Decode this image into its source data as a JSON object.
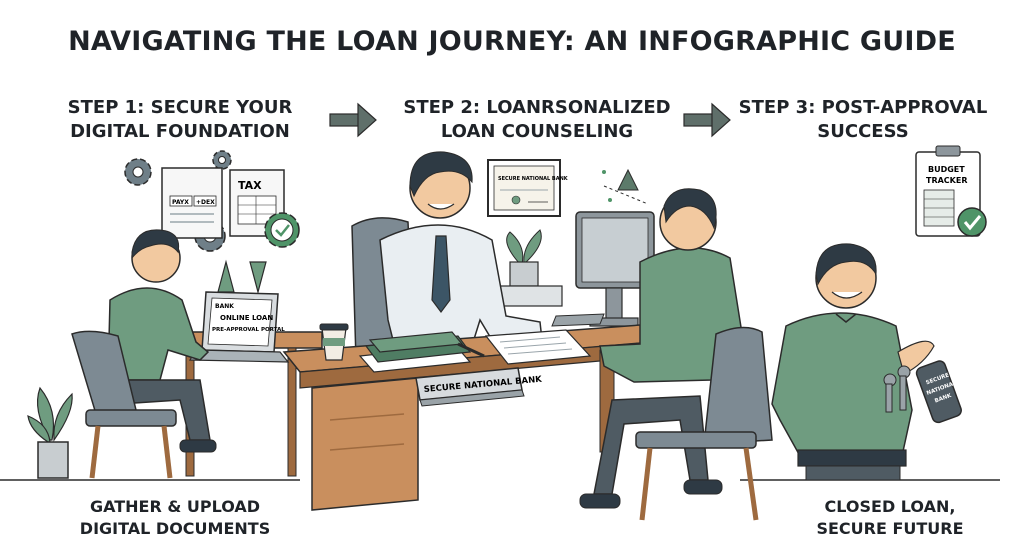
{
  "title": "NAVIGATING THE LOAN JOURNEY: AN INFOGRAPHIC GUIDE",
  "steps": [
    {
      "line1": "STEP 1: SECURE YOUR",
      "line2": "DIGITAL FOUNDATION"
    },
    {
      "line1": "STEP 2: LOANRSONALIZED",
      "line2": "LOAN COUNSELING"
    },
    {
      "line1": "STEP 3: POST-APPROVAL",
      "line2": "SUCCESS"
    }
  ],
  "captions": {
    "left": {
      "line1": "GATHER & UPLOAD",
      "line2": "DIGITAL DOCUMENTS"
    },
    "right": {
      "line1": "CLOSED LOAN,",
      "line2": "SECURE FUTURE"
    }
  },
  "doc_labels": {
    "form_left": "PAYX",
    "form_right": "+DEX",
    "tax": "TAX"
  },
  "laptop": {
    "brand": "BANK",
    "line1": "ONLINE LOAN",
    "line2": "PRE-APPROVAL PORTAL"
  },
  "certificate": {
    "text": "SECURE NATIONAL BANK"
  },
  "nameplate": {
    "text": "SECURE NATIONAL BANK"
  },
  "budget": {
    "line1": "BUDGET",
    "line2": "TRACKER"
  },
  "keytag": {
    "line1": "SECURE",
    "line2": "NATIONAL",
    "line3": "BANK"
  },
  "colors": {
    "shirt": "#6f9c80",
    "shirt_dark": "#55806a",
    "chair": "#7d8a93",
    "desk": "#c98f5e",
    "desk_dark": "#9e6a3f",
    "arrow": "#5f6f6a",
    "icon": "#5c7a6a",
    "check": "#4f9468"
  }
}
